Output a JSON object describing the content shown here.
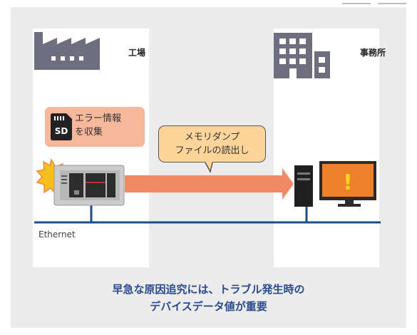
{
  "zones": {
    "factory_label": "工場",
    "office_label": "事務所"
  },
  "sd_card": {
    "label": "SD"
  },
  "note": {
    "line1": "エラー情報",
    "line2": "を収集"
  },
  "balloon": {
    "line1": "メモリダンプ",
    "line2": "ファイルの読出し"
  },
  "monitor": {
    "symbol": "!"
  },
  "network": {
    "label": "Ethernet"
  },
  "caption": {
    "line1": "早急な原因追究には、トラブル発生時の",
    "line2": "デバイスデータ値が重要"
  },
  "icons": [
    "factory-icon",
    "office-building-icon",
    "sd-card-icon",
    "plc-icon",
    "error-burst-icon",
    "pc-tower-icon",
    "monitor-icon",
    "arrow-icon"
  ],
  "colors": {
    "panel": "#ececec",
    "network_line": "#1c4e8c",
    "arrow": "#f08a66",
    "note": "#f7b79a",
    "balloon": "#fdd59a",
    "monitor_screen": "#f0812c",
    "caption": "#2b4a8e",
    "icon_gray": "#6e6e7e"
  }
}
